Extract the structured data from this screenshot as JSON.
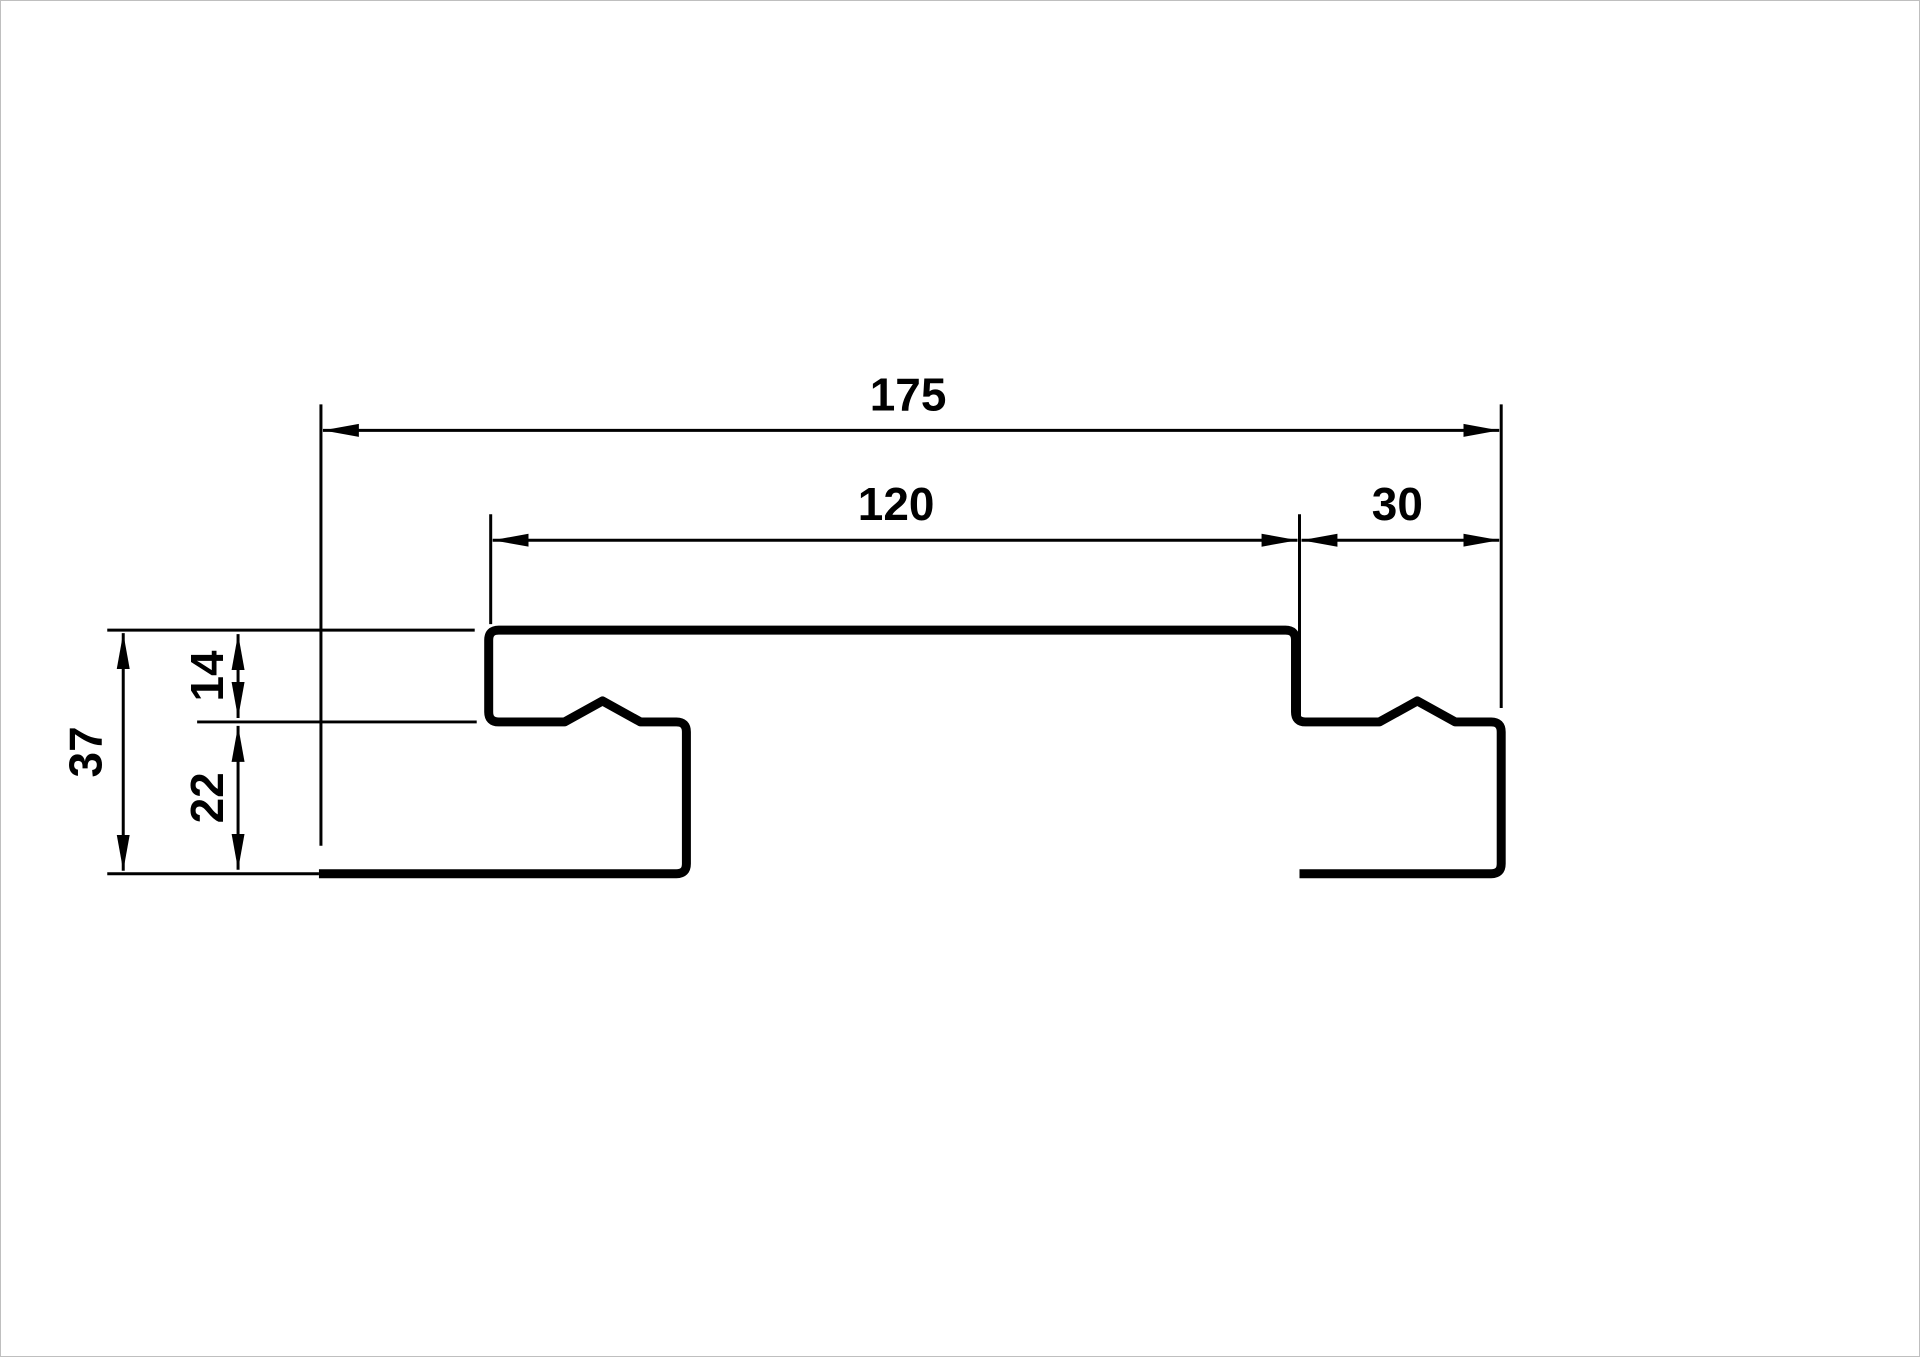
{
  "page": {
    "background_color": "#ffffff",
    "line_color": "#000000",
    "description": "Technical cross-section drawing of a sheet profile with dimension lines"
  },
  "drawing": {
    "type": "technical-profile-cross-section",
    "dimensions": {
      "total_width": "175",
      "top_flange_width": "120",
      "right_flange_width": "30",
      "total_height": "37",
      "upper_step_height": "14",
      "lower_height": "22"
    }
  }
}
